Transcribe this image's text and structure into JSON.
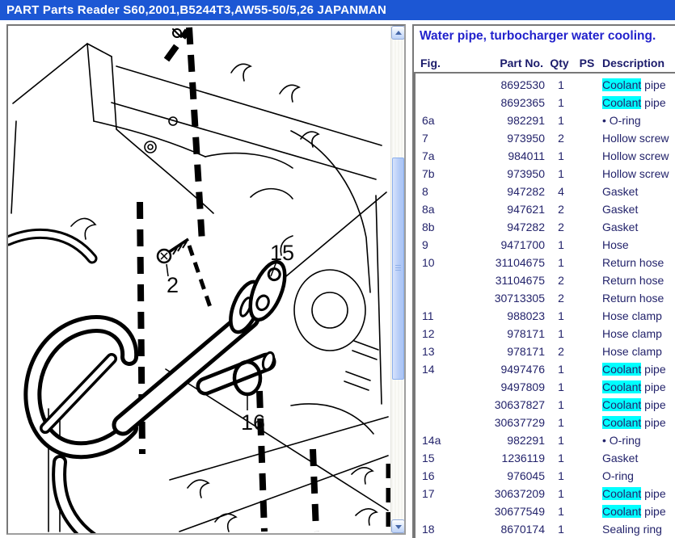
{
  "window": {
    "title": "PART Parts Reader S60,2001,B5244T3,AW55-50/5,26 JAPANMAN"
  },
  "colors": {
    "titlebar_background": "#1c57d4",
    "titlebar_text": "#ffffff",
    "panel_title_text": "#2222cc",
    "table_text": "#23236b",
    "description_highlight": "#00ffff"
  },
  "diagram": {
    "name": "engine water pipe line drawing",
    "labels": [
      {
        "text": "2"
      },
      {
        "text": "15"
      },
      {
        "text": "16"
      }
    ]
  },
  "scrollbar": {
    "up_icon": "up-arrow",
    "down_icon": "down-arrow"
  },
  "panel": {
    "title": "Water pipe, turbocharger water cooling."
  },
  "table": {
    "headers": {
      "fig": "Fig.",
      "part": "Part No.",
      "qty": "Qty",
      "ps": "PS",
      "desc": "Description"
    },
    "rows": [
      {
        "fig": "",
        "part": "8692530",
        "qty": "1",
        "ps": "",
        "hl": "Coolant",
        "desc": " pipe"
      },
      {
        "fig": "",
        "part": "8692365",
        "qty": "1",
        "ps": "",
        "hl": "Coolant",
        "desc": " pipe"
      },
      {
        "fig": "6a",
        "part": "982291",
        "qty": "1",
        "ps": "",
        "hl": "",
        "desc": "• O-ring"
      },
      {
        "fig": "7",
        "part": "973950",
        "qty": "2",
        "ps": "",
        "hl": "",
        "desc": "Hollow screw"
      },
      {
        "fig": "7a",
        "part": "984011",
        "qty": "1",
        "ps": "",
        "hl": "",
        "desc": "Hollow screw"
      },
      {
        "fig": "7b",
        "part": "973950",
        "qty": "1",
        "ps": "",
        "hl": "",
        "desc": "Hollow screw"
      },
      {
        "fig": "8",
        "part": "947282",
        "qty": "4",
        "ps": "",
        "hl": "",
        "desc": "Gasket"
      },
      {
        "fig": "8a",
        "part": "947621",
        "qty": "2",
        "ps": "",
        "hl": "",
        "desc": "Gasket"
      },
      {
        "fig": "8b",
        "part": "947282",
        "qty": "2",
        "ps": "",
        "hl": "",
        "desc": "Gasket"
      },
      {
        "fig": "9",
        "part": "9471700",
        "qty": "1",
        "ps": "",
        "hl": "",
        "desc": "Hose"
      },
      {
        "fig": "10",
        "part": "31104675",
        "qty": "1",
        "ps": "",
        "hl": "",
        "desc": "Return hose"
      },
      {
        "fig": "",
        "part": "31104675",
        "qty": "2",
        "ps": "",
        "hl": "",
        "desc": "Return hose"
      },
      {
        "fig": "",
        "part": "30713305",
        "qty": "2",
        "ps": "",
        "hl": "",
        "desc": "Return hose"
      },
      {
        "fig": "11",
        "part": "988023",
        "qty": "1",
        "ps": "",
        "hl": "",
        "desc": "Hose clamp"
      },
      {
        "fig": "12",
        "part": "978171",
        "qty": "1",
        "ps": "",
        "hl": "",
        "desc": "Hose clamp"
      },
      {
        "fig": "13",
        "part": "978171",
        "qty": "2",
        "ps": "",
        "hl": "",
        "desc": "Hose clamp"
      },
      {
        "fig": "14",
        "part": "9497476",
        "qty": "1",
        "ps": "",
        "hl": "Coolant",
        "desc": " pipe"
      },
      {
        "fig": "",
        "part": "9497809",
        "qty": "1",
        "ps": "",
        "hl": "Coolant",
        "desc": " pipe"
      },
      {
        "fig": "",
        "part": "30637827",
        "qty": "1",
        "ps": "",
        "hl": "Coolant",
        "desc": " pipe"
      },
      {
        "fig": "",
        "part": "30637729",
        "qty": "1",
        "ps": "",
        "hl": "Coolant",
        "desc": " pipe"
      },
      {
        "fig": "14a",
        "part": "982291",
        "qty": "1",
        "ps": "",
        "hl": "",
        "desc": "• O-ring"
      },
      {
        "fig": "15",
        "part": "1236119",
        "qty": "1",
        "ps": "",
        "hl": "",
        "desc": "Gasket"
      },
      {
        "fig": "16",
        "part": "976045",
        "qty": "1",
        "ps": "",
        "hl": "",
        "desc": "O-ring"
      },
      {
        "fig": "17",
        "part": "30637209",
        "qty": "1",
        "ps": "",
        "hl": "Coolant",
        "desc": " pipe"
      },
      {
        "fig": "",
        "part": "30677549",
        "qty": "1",
        "ps": "",
        "hl": "Coolant",
        "desc": " pipe"
      },
      {
        "fig": "18",
        "part": "8670174",
        "qty": "1",
        "ps": "",
        "hl": "",
        "desc": "Sealing ring"
      }
    ]
  }
}
